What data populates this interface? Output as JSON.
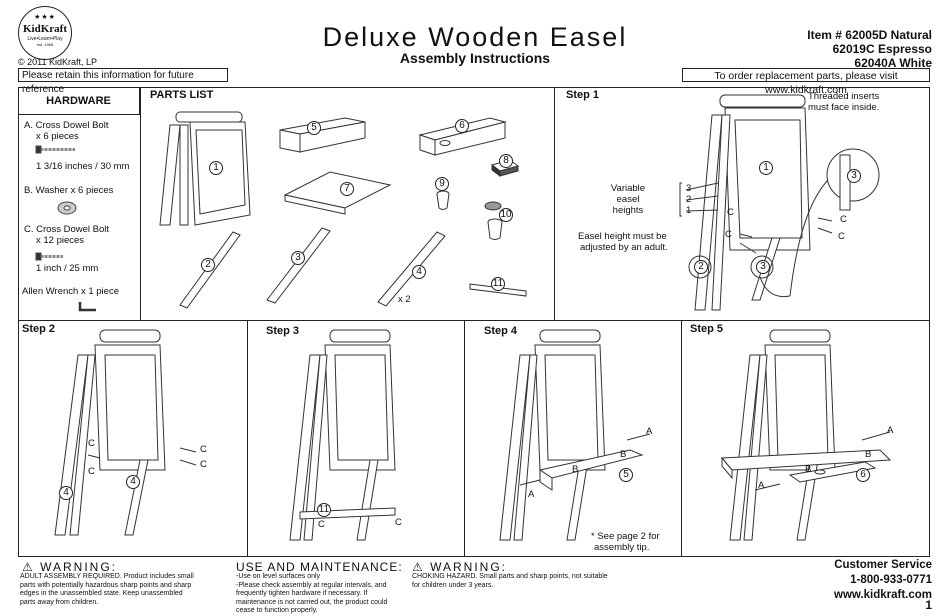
{
  "header": {
    "logo_brand": "KidKraft",
    "logo_tagline": "Live•Learn•Play",
    "logo_est": "est. 1968",
    "copyright": "© 2011 KidKraft, LP",
    "retain_notice": "Please retain this information for future reference",
    "title": "Deluxe Wooden Easel",
    "subtitle": "Assembly Instructions",
    "item_line1": "Item # 62005D Natural",
    "item_line2": "62019C Espresso",
    "item_line3": "62040A White",
    "order_notice": "To order replacement parts, please visit www.kidkraft.com"
  },
  "hardware": {
    "title": "HARDWARE",
    "a_line1": "A. Cross Dowel Bolt",
    "a_line2": "x 6 pieces",
    "a_size": "1 3/16 inches / 30 mm",
    "b_line1": "B. Washer x 6 pieces",
    "c_line1": "C. Cross Dowel Bolt",
    "c_line2": "x 12 pieces",
    "c_size": "1 inch / 25 mm",
    "wrench": "Allen Wrench x 1 piece"
  },
  "parts_list": {
    "title": "PARTS LIST",
    "numbers": [
      "1",
      "2",
      "3",
      "4",
      "5",
      "6",
      "7",
      "8",
      "9",
      "10",
      "11"
    ],
    "x2": "x 2"
  },
  "step1": {
    "title": "Step 1",
    "threaded": "Threaded inserts must face inside.",
    "threaded_l1": "Threaded inserts",
    "threaded_l2": "must face inside.",
    "variable_l1": "Variable",
    "variable_l2": "easel",
    "variable_l3": "heights",
    "heights": [
      "3",
      "2",
      "1"
    ],
    "adult_l1": "Easel height must be",
    "adult_l2": "adjusted by an adult.",
    "part1": "1",
    "part2": "2",
    "part3": "3",
    "c": "C"
  },
  "step2": {
    "title": "Step 2",
    "c": "C",
    "part4": "4"
  },
  "step3": {
    "title": "Step 3",
    "c": "C",
    "part11": "11"
  },
  "step4": {
    "title": "Step 4",
    "a": "A",
    "b": "B",
    "part5": "5",
    "note_l1": "* See page 2 for",
    "note_l2": "assembly tip."
  },
  "step5": {
    "title": "Step 5",
    "a": "A",
    "b": "B",
    "part6": "6"
  },
  "footer": {
    "warning1_title": "WARNING:",
    "warning1_l1": "ADULT ASSEMBLY REQUIRED. Product includes small",
    "warning1_l2": "parts with potentially hazardous sharp points and sharp",
    "warning1_l3": "edges in the unassembled state. Keep unassembled",
    "warning1_l4": "parts away from children.",
    "use_title": "USE AND MAINTENANCE:",
    "use_l1": "-Use on level surfaces only",
    "use_l2": "-Please check assembly at regular intervals, and",
    "use_l3": "frequently tighten hardware if necessary. If",
    "use_l4": "maintenance is not carried out, the product could",
    "use_l5": "cease to function properly.",
    "warning2_title": "WARNING:",
    "warning2_l1": "CHOKING HAZARD. Small parts and sharp points, not suitable",
    "warning2_l2": "for children under 3 years.",
    "cs_title": "Customer Service",
    "cs_phone": "1-800-933-0771",
    "cs_web": "www.kidkraft.com",
    "page": "1"
  }
}
